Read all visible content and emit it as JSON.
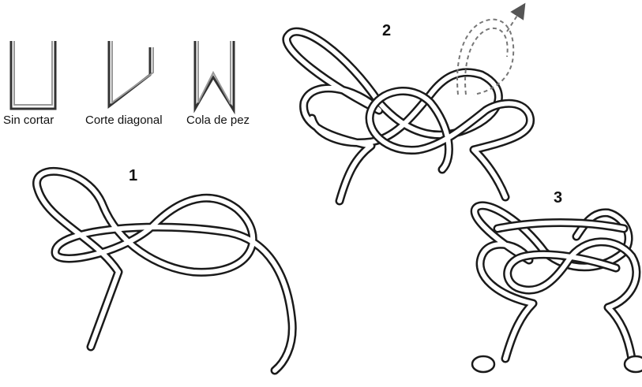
{
  "cut_types": [
    {
      "id": "sin-cortar",
      "label": "Sin cortar"
    },
    {
      "id": "corte-diagonal",
      "label": "Corte diagonal"
    },
    {
      "id": "cola-de-pez",
      "label": "Cola de pez"
    }
  ],
  "steps": [
    {
      "label": "1"
    },
    {
      "label": "2"
    },
    {
      "label": "3"
    }
  ],
  "colors": {
    "rope_outline": "#1a1a1a",
    "rope_fill": "#ffffff",
    "guide_arrow": "#666666"
  },
  "icons": {
    "guide": "dashed-arrow-icon"
  }
}
